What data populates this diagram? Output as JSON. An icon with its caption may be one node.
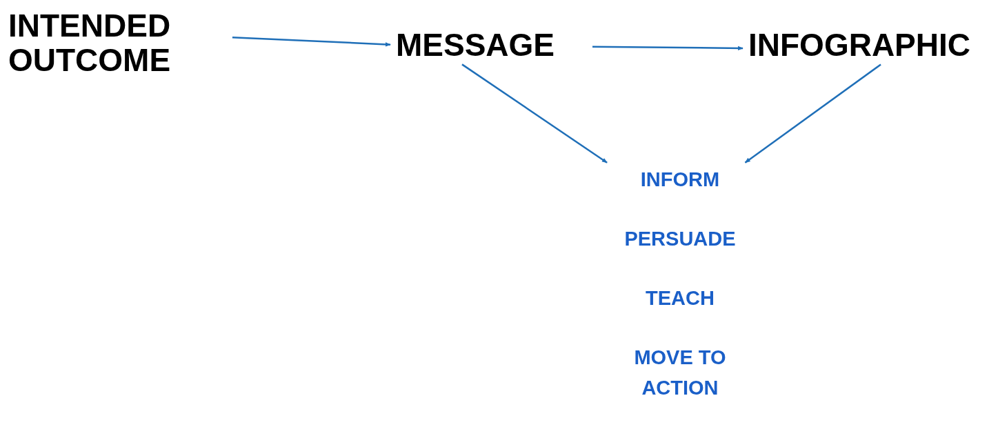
{
  "diagram": {
    "nodes": [
      {
        "text": [
          "INTENDED OUTCOME"
        ]
      },
      {
        "text": [
          "MESSAGE"
        ]
      },
      {
        "text": [
          "INFOGRAPHIC"
        ]
      },
      {
        "text": [
          "INFORM",
          "PERSUADE",
          "TEACH",
          "MOVE TO ACTION"
        ]
      }
    ],
    "edges": [
      {
        "from": 0,
        "to": 1,
        "arrow": "to"
      },
      {
        "from": 1,
        "to": 2,
        "arrow": "to"
      },
      {
        "from": 1,
        "to": 3,
        "arrow": "to"
      },
      {
        "from": 2,
        "to": 3,
        "arrow": "to"
      }
    ]
  }
}
